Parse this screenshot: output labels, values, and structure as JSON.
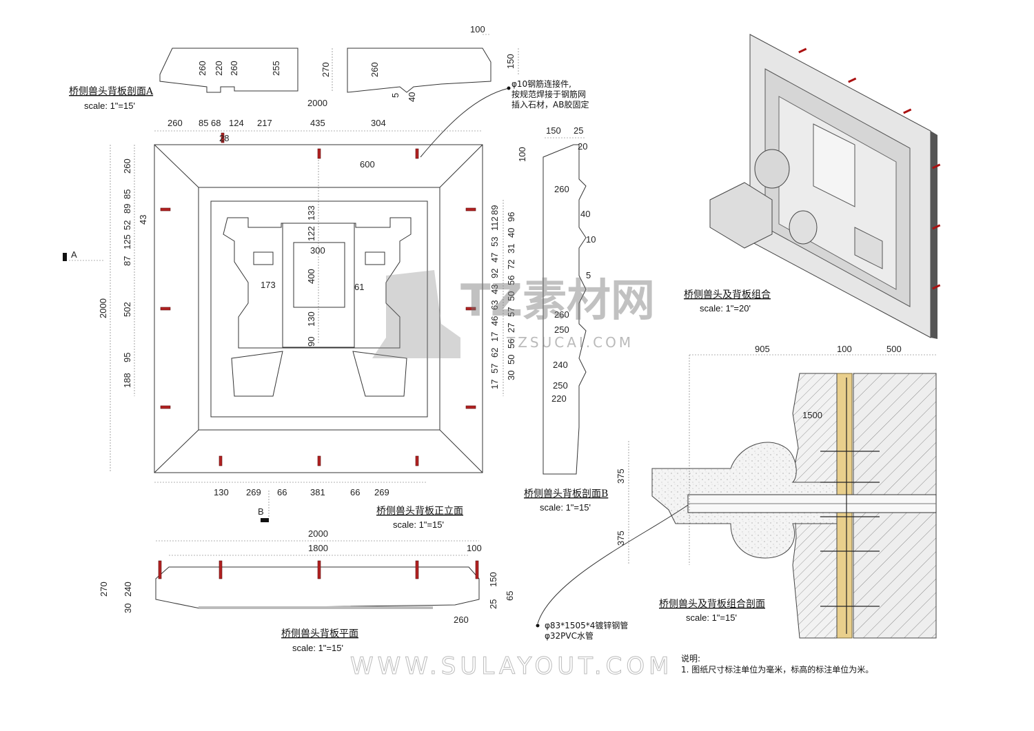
{
  "titles": {
    "section_a": {
      "title": "桥侧兽头背板剖面A",
      "scale": "scale: 1\"=15'"
    },
    "elevation": {
      "title": "桥侧兽头背板正立面",
      "scale": "scale: 1\"=15'"
    },
    "section_b": {
      "title": "桥侧兽头背板剖面B",
      "scale": "scale: 1\"=15'"
    },
    "plan": {
      "title": "桥侧兽头背板平面",
      "scale": "scale: 1\"=15'"
    },
    "combo": {
      "title": "桥侧兽头及背板组合",
      "scale": "scale: 1\"=20'"
    },
    "combo_section": {
      "title": "桥侧兽头及背板组合剖面",
      "scale": "scale: 1\"=15'"
    }
  },
  "callouts": {
    "rebar": [
      "φ10钢筋连接件,",
      "按规范焊接于钢筋网",
      "插入石材，AB胶固定"
    ],
    "pipe": [
      "φ83*1505*4镀锌钢管",
      "φ32PVC水管"
    ]
  },
  "markers": {
    "a": "A",
    "b": "B"
  },
  "notes": {
    "heading": "说明:",
    "item": "1. 图纸尺寸标注单位为毫米，标高的标注单位为米。"
  },
  "watermarks": {
    "logo": "TZ素材网",
    "logo_url": "TZSUCAI.COM",
    "bottom": "WWW.SULAYOUT.COM"
  },
  "dims": {
    "section_a": [
      "260",
      "220",
      "260",
      "255",
      "270",
      "260",
      "100",
      "150",
      "5",
      "40"
    ],
    "elev_top": [
      "2000",
      "260",
      "85",
      "68",
      "124",
      "217",
      "435",
      "304",
      "28",
      "600"
    ],
    "elev_left": [
      "2000",
      "260",
      "85",
      "89",
      "52",
      "43",
      "125",
      "87",
      "502",
      "95",
      "188"
    ],
    "elev_inner": [
      "133",
      "122",
      "300",
      "400",
      "173",
      "61",
      "130",
      "90"
    ],
    "elev_right": [
      "89",
      "96",
      "112",
      "40",
      "53",
      "31",
      "47",
      "72",
      "92",
      "56",
      "43",
      "50",
      "63",
      "57",
      "46",
      "27",
      "17",
      "56",
      "62",
      "50",
      "57",
      "30",
      "17"
    ],
    "elev_bottom": [
      "130",
      "269",
      "66",
      "381",
      "66",
      "269"
    ],
    "section_b": [
      "150",
      "25",
      "100",
      "20",
      "260",
      "40",
      "10",
      "5",
      "260",
      "250",
      "240",
      "250",
      "220"
    ],
    "plan": [
      "2000",
      "1800",
      "100",
      "270",
      "240",
      "30",
      "150",
      "25",
      "65",
      "260"
    ],
    "combo_section": [
      "905",
      "100",
      "500",
      "1500",
      "375",
      "375"
    ]
  }
}
